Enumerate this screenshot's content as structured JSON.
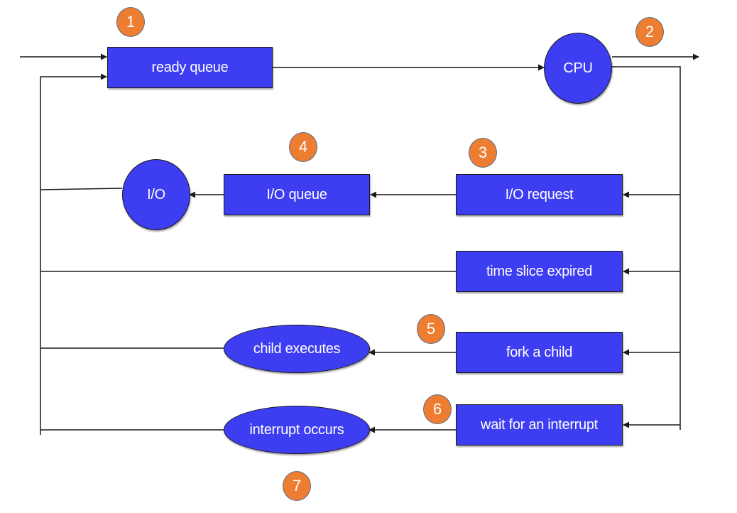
{
  "diagram": {
    "nodes": {
      "ready_queue": "ready queue",
      "cpu": "CPU",
      "io_request": "I/O request",
      "io_queue": "I/O queue",
      "io": "I/O",
      "time_slice_expired": "time slice expired",
      "fork_a_child": "fork a child",
      "child_executes": "child executes",
      "wait_for_interrupt": "wait for an interrupt",
      "interrupt_occurs": "interrupt occurs"
    },
    "badges": [
      "1",
      "2",
      "3",
      "4",
      "5",
      "6",
      "7"
    ],
    "colors": {
      "node_fill": "#3d3df2",
      "badge_fill": "#ed7d31",
      "line": "#1a1a1a"
    }
  }
}
